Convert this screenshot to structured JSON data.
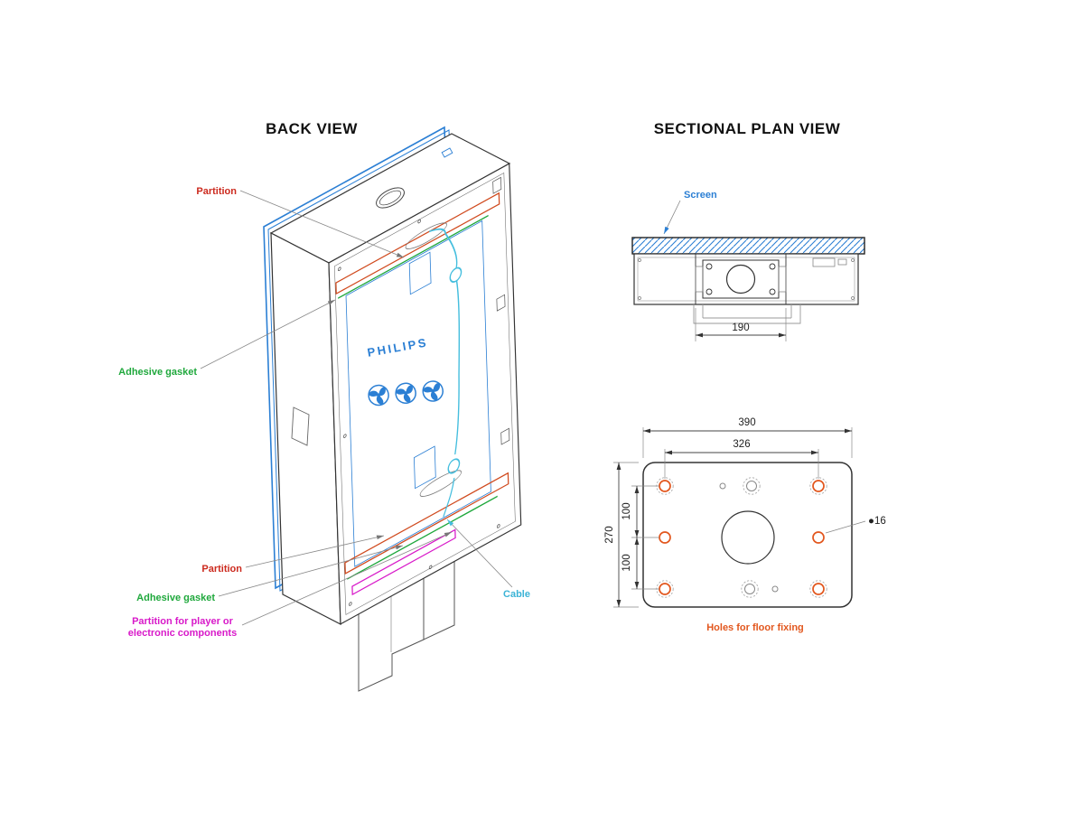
{
  "back_view": {
    "title": "BACK VIEW",
    "brand": "PHILIPS",
    "labels": {
      "partition_top": "Partition",
      "adhesive_gasket_top": "Adhesive gasket",
      "partition_bottom": "Partition",
      "adhesive_gasket_bottom": "Adhesive gasket",
      "player_partition_line1": "Partition for player or",
      "player_partition_line2": "electronic components",
      "cable": "Cable"
    }
  },
  "sectional_plan_view": {
    "title": "SECTIONAL PLAN VIEW",
    "screen_label": "Screen",
    "dimensions": {
      "opening_width": "190"
    }
  },
  "base_plate": {
    "caption": "Holes for floor fixing",
    "dimensions": {
      "overall_width": "390",
      "hole_span_width": "326",
      "overall_depth": "270",
      "row_spacing_upper": "100",
      "row_spacing_lower": "100",
      "hole_diameter": "●16"
    }
  },
  "colors": {
    "screen_blue": "#2b7fd4",
    "partition_orange": "#d04a1e",
    "gasket_green": "#1fa83c",
    "player_magenta": "#d819c9",
    "cable_cyan": "#45bede",
    "label_red": "#cc2a1e",
    "hole_orange": "#e2571e",
    "line_dark": "#333333",
    "line_gray": "#888888"
  }
}
